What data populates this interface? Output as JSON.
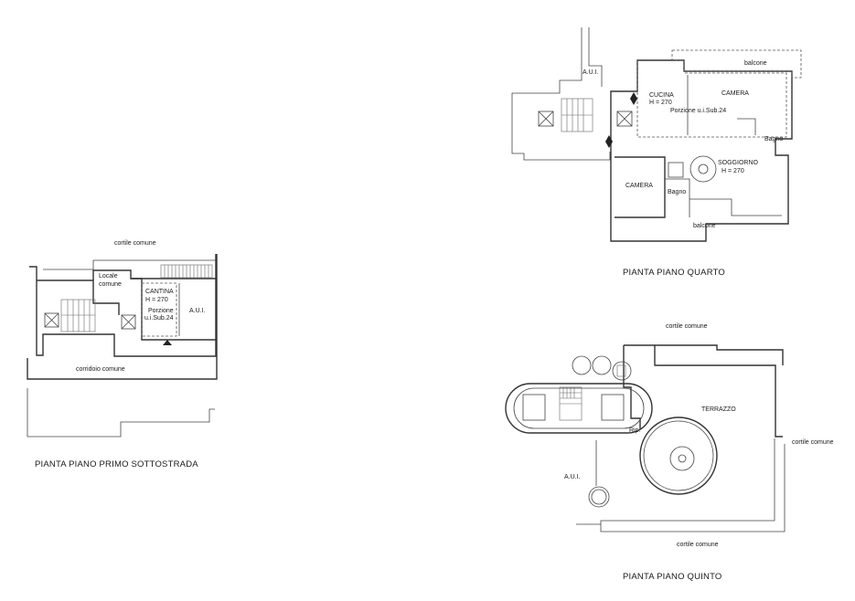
{
  "plans": {
    "primo_sottostrada": {
      "title": "PIANTA PIANO PRIMO SOTTOSTRADA",
      "labels": {
        "cortile": "cortile comune",
        "locale": "Locale",
        "comune": "comune",
        "cantina": "CANTINA",
        "cantina_h": "H = 270",
        "porzione": "Porzione",
        "porzione_sub": "u.i.Sub.24",
        "aui": "A.U.I.",
        "corridoio": "corridoio comune"
      }
    },
    "quarto": {
      "title": "PIANTA PIANO QUARTO",
      "labels": {
        "aui": "A.U.I.",
        "balcone_top": "balcone",
        "cucina": "CUCINA",
        "cucina_h": "H = 270",
        "camera_top": "CAMERA",
        "porzione": "Porzione u.i.Sub.24",
        "bagno_right": "Bagno",
        "soggiorno": "SOGGIORNO",
        "soggiorno_h": "H = 270",
        "camera_left": "CAMERA",
        "bagno_left": "Bagno",
        "balcone_bottom": "balcone"
      }
    },
    "quinto": {
      "title": "PIANTA PIANO QUINTO",
      "labels": {
        "cortile_top": "cortile comune",
        "terrazzo": "TERRAZZO",
        "rip": "Rip.",
        "cortile_right": "cortile comune",
        "aui": "A.U.I.",
        "cortile_bottom": "cortile comune"
      }
    }
  }
}
